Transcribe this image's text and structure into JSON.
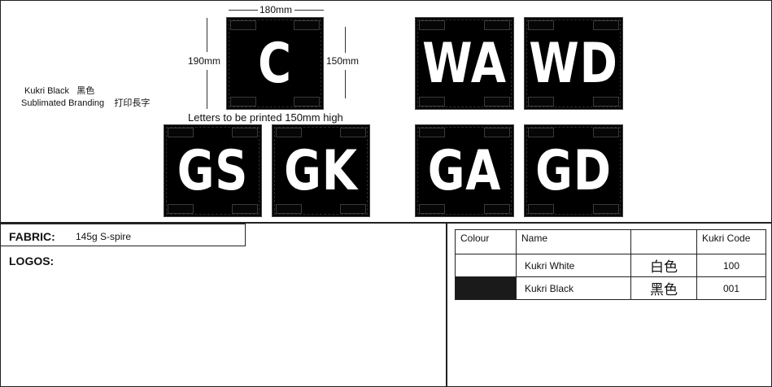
{
  "legend": {
    "colour_en": "Kukri Black",
    "colour_zh": "黑色",
    "branding_en": "Sublimated Branding",
    "branding_zh": "打印長字"
  },
  "dimensions": {
    "width": "180mm",
    "height_left": "190mm",
    "height_right": "150mm",
    "note": "Letters to be printed 150mm high"
  },
  "bibs": [
    {
      "code": "C"
    },
    {
      "code": "WA"
    },
    {
      "code": "WD"
    },
    {
      "code": "GS"
    },
    {
      "code": "GK"
    },
    {
      "code": "GA"
    },
    {
      "code": "GD"
    }
  ],
  "fabric": {
    "label": "FABRIC:",
    "value": "145g S-spire"
  },
  "logos": {
    "label": "LOGOS:"
  },
  "colour_table": {
    "headers": [
      "Colour",
      "Name",
      "",
      "Kukri Code"
    ],
    "rows": [
      {
        "swatch": "#ffffff",
        "name": "Kukri White",
        "chinese": "白色",
        "code": "100"
      },
      {
        "swatch": "#1a1a1a",
        "name": "Kukri Black",
        "chinese": "黑色",
        "code": "001"
      }
    ]
  }
}
